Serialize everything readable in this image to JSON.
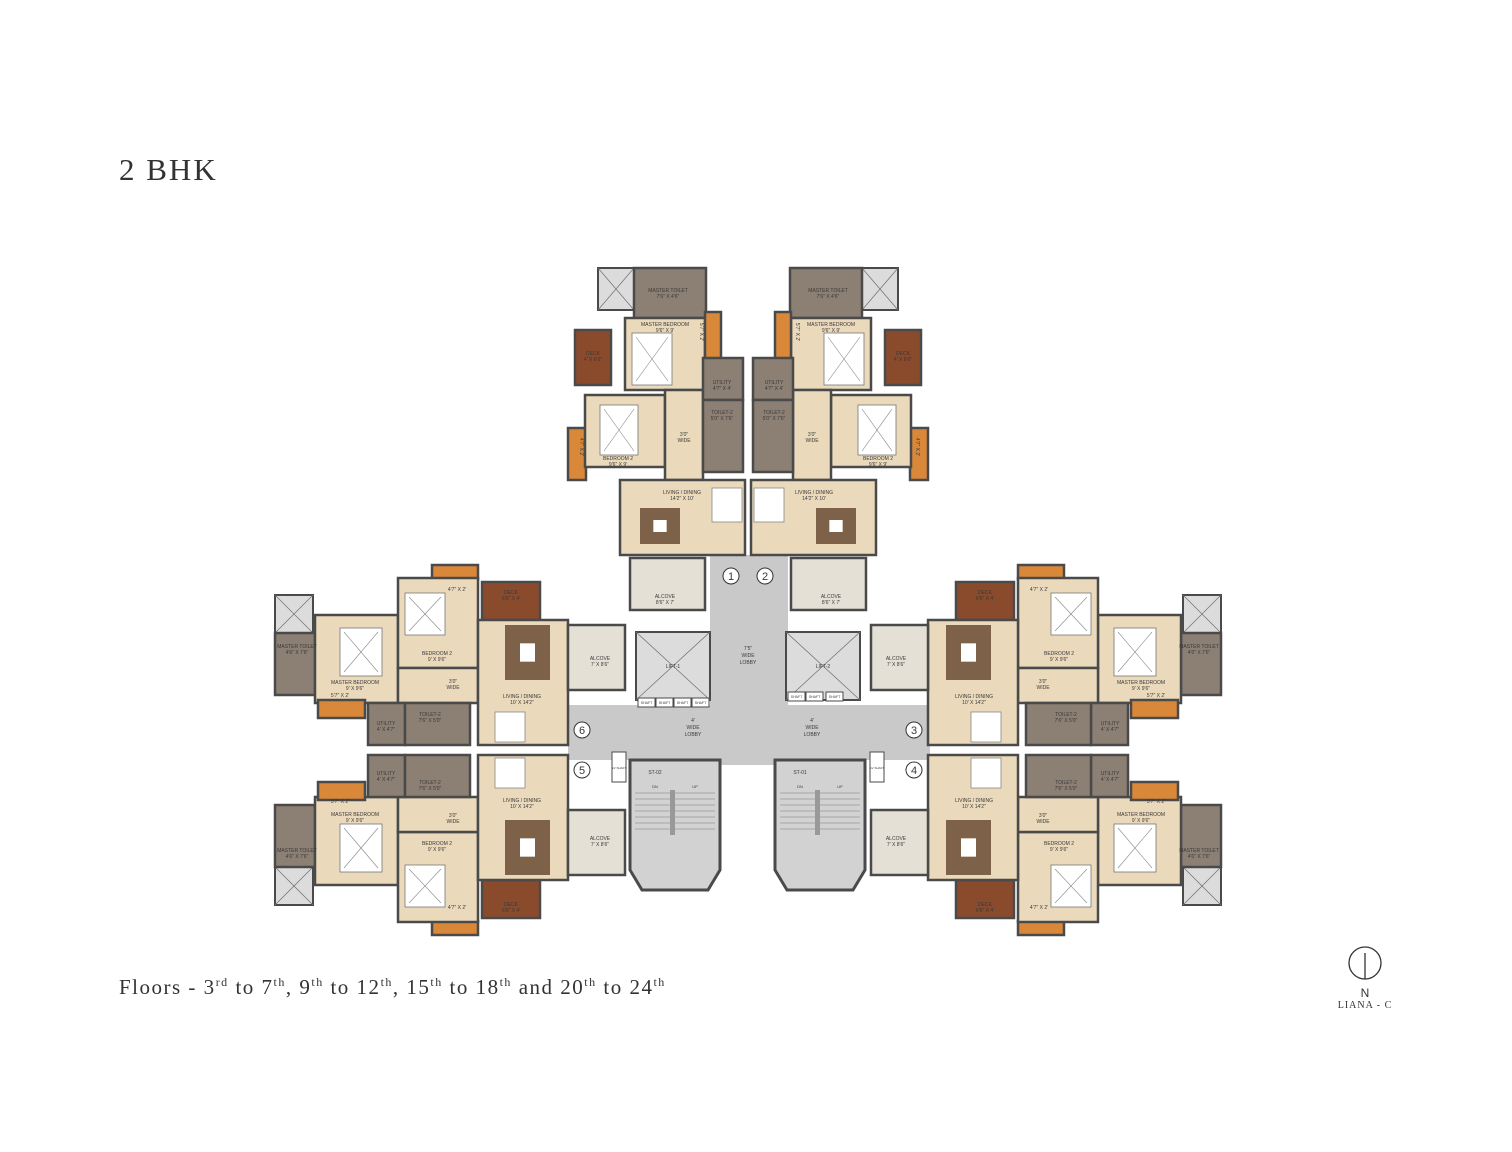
{
  "title": "2 BHK",
  "caption": [
    {
      "text": "Floors - 3",
      "sup": "rd"
    },
    {
      "text": " to 7",
      "sup": "th"
    },
    {
      "text": ", 9",
      "sup": "th"
    },
    {
      "text": " to 12",
      "sup": "th"
    },
    {
      "text": ", 15",
      "sup": "th"
    },
    {
      "text": " to 18",
      "sup": "th"
    },
    {
      "text": " and 20",
      "sup": "th"
    },
    {
      "text": " to 24",
      "sup": "th"
    }
  ],
  "north": {
    "letter": "N",
    "building": "LIANA - C",
    "icon": "north-arrow-icon"
  },
  "colors": {
    "wall": "#4a4a4a",
    "room": "#ead9bb",
    "wet": "#8c7f73",
    "deck": "#8a4a2c",
    "ledge": "#d9883a",
    "lobby": "#c9c9c9",
    "kitchen": "#e4e0d6"
  },
  "unit_types": {
    "top": {
      "mtoilet": [
        "MASTER TOILET",
        "7'6\" X 4'6\""
      ],
      "mbed": [
        "MASTER BEDROOM",
        "9'6\" X 9'"
      ],
      "deck": [
        "DECK",
        "4' X 6'6\""
      ],
      "ledge1": [
        "5'7\" X 2'"
      ],
      "ledge2": [
        "4'7\" X 2'"
      ],
      "bed2": [
        "BEDROOM 2",
        "9'6\" X 9'"
      ],
      "passage": [
        "3'0\"",
        "WIDE"
      ],
      "util": [
        "UTILITY",
        "4'7\" X 4'"
      ],
      "toilet2": [
        "TOILET-2",
        "5'0\" X 7'6\""
      ],
      "living": [
        "LIVING / DINING",
        "14'2\" X 10'"
      ],
      "alcove": [
        "ALCOVE",
        "8'6\" X 7'"
      ]
    },
    "wing": {
      "mtoilet": [
        "MASTER TOILET",
        "4'6\" X 7'6\""
      ],
      "mbed": [
        "MASTER BEDROOM",
        "9' X 9'6\""
      ],
      "deck": [
        "DECK",
        "6'6\" X 4'"
      ],
      "ledge1": [
        "4'7\" X 2'"
      ],
      "ledge2": [
        "5'7\" X 2'"
      ],
      "bed2": [
        "BEDROOM 2",
        "9' X 9'6\""
      ],
      "passage": [
        "3'0\"",
        "WIDE"
      ],
      "util": [
        "UTILITY",
        "4' X 4'7\""
      ],
      "toilet2": [
        "TOILET-2",
        "7'6\" X 5'0\""
      ],
      "living": [
        "LIVING / DINING",
        "10' X 14'2\""
      ],
      "alcove": [
        "ALCOVE",
        "7' X 8'6\""
      ]
    }
  },
  "units": [
    {
      "number": "1",
      "type": "top"
    },
    {
      "number": "2",
      "type": "top"
    },
    {
      "number": "3",
      "type": "wing"
    },
    {
      "number": "4",
      "type": "wing"
    },
    {
      "number": "5",
      "type": "wing"
    },
    {
      "number": "6",
      "type": "wing"
    }
  ],
  "core": {
    "main_lobby": [
      "7'5\"",
      "WIDE",
      "LOBBY"
    ],
    "side_lobby": [
      "4'",
      "WIDE",
      "LOBBY"
    ],
    "lift_1": "LIFT-1",
    "lift_2": "LIFT-2",
    "shaft": "SHAFT",
    "ev_shaft": "EV SHAFT",
    "stair_1": "ST-01",
    "stair_2": "ST-02",
    "down": "DN",
    "up": "UP"
  }
}
